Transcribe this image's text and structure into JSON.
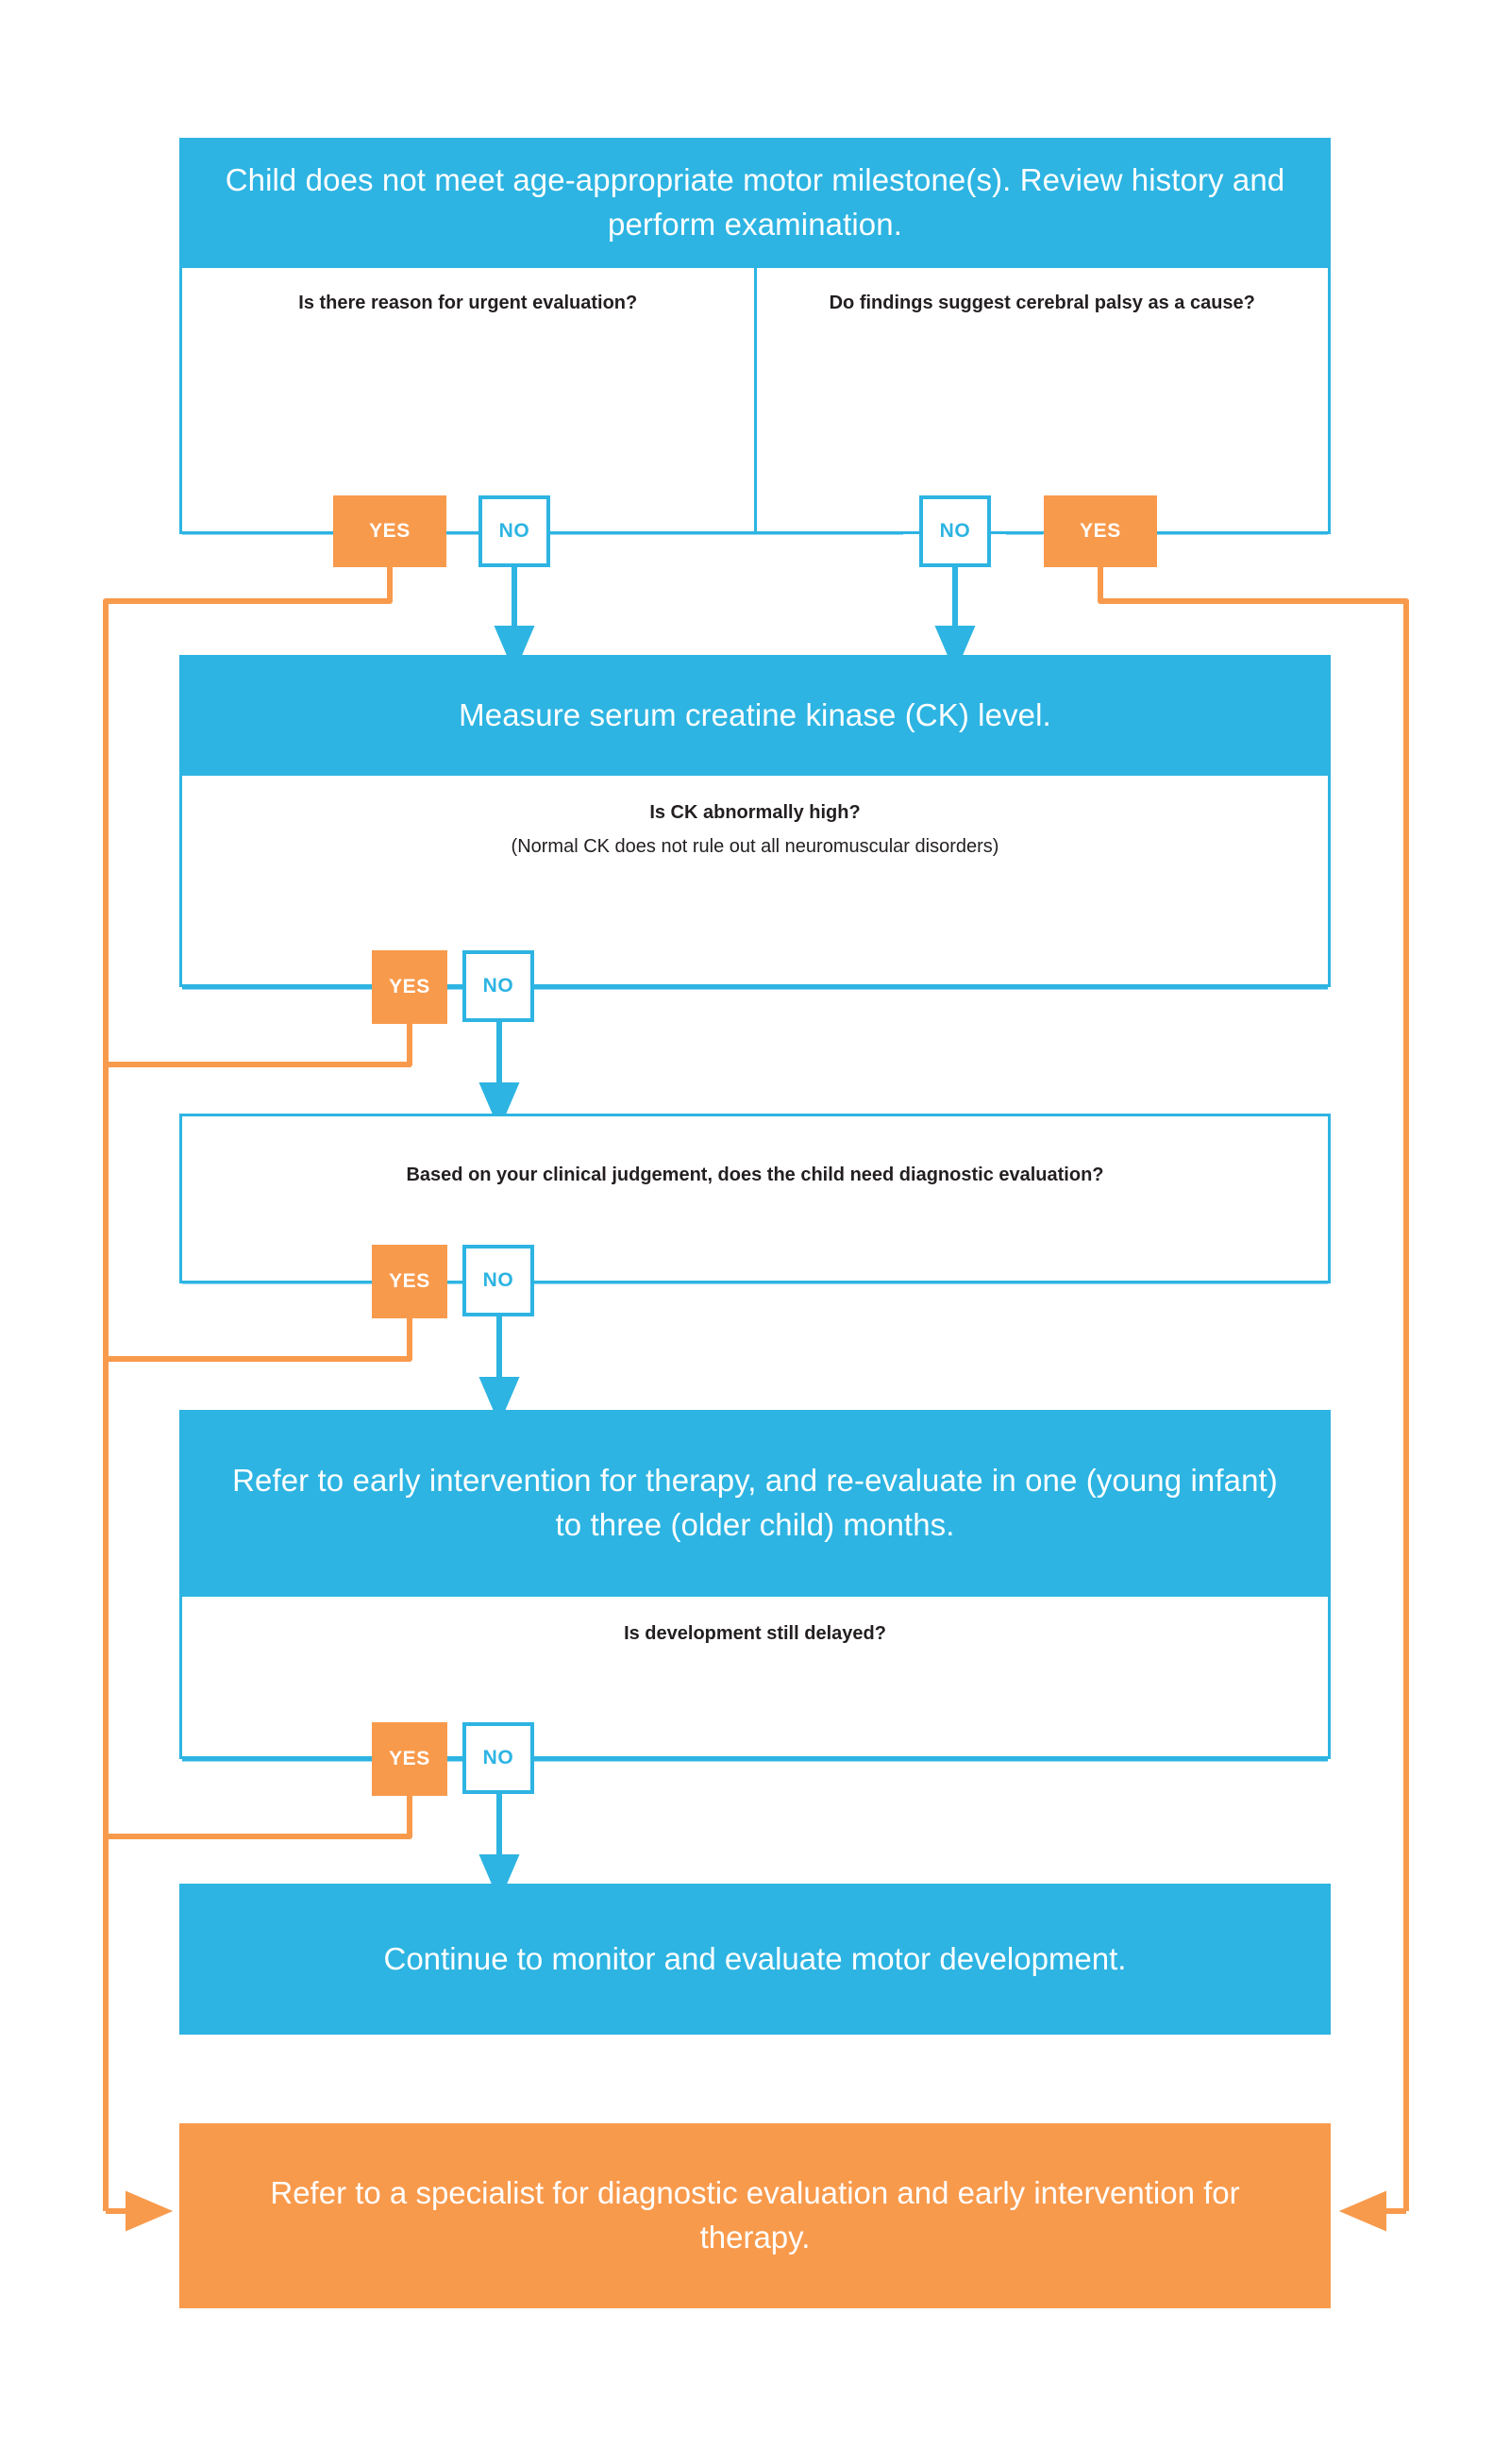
{
  "theme": {
    "blue": "#2db4e2",
    "orange": "#f89a4c",
    "text_dark": "#231f20",
    "white": "#ffffff",
    "background": "#ffffff"
  },
  "diagram": {
    "type": "flowchart",
    "title": "Motor milestone delay clinical pathway",
    "yes_label": "YES",
    "no_label": "NO"
  },
  "nodes": {
    "start": {
      "header": "Child does not meet age-appropriate motor milestone(s). Review history and perform examination.",
      "question_left": "Is there reason for urgent evaluation?",
      "question_right": "Do findings suggest cerebral palsy as a cause?",
      "left_yes": "YES",
      "left_no": "NO",
      "right_no": "NO",
      "right_yes": "YES"
    },
    "ck": {
      "header": "Measure serum creatine kinase (CK) level.",
      "question": "Is CK abnormally high?",
      "question_note": "(Normal CK does not rule out all neuromuscular disorders)",
      "yes": "YES",
      "no": "NO"
    },
    "judgement": {
      "question": "Based on your clinical judgement, does the child need diagnostic evaluation?",
      "yes": "YES",
      "no": "NO"
    },
    "refer_early": {
      "header": "Refer to early intervention for therapy, and re-evaluate in one (young infant) to three (older child) months.",
      "question": "Is development still delayed?",
      "yes": "YES",
      "no": "NO"
    },
    "monitor": {
      "text": "Continue to monitor and evaluate motor development."
    },
    "specialist": {
      "text": "Refer to a specialist for diagnostic evaluation and early intervention for therapy."
    }
  }
}
